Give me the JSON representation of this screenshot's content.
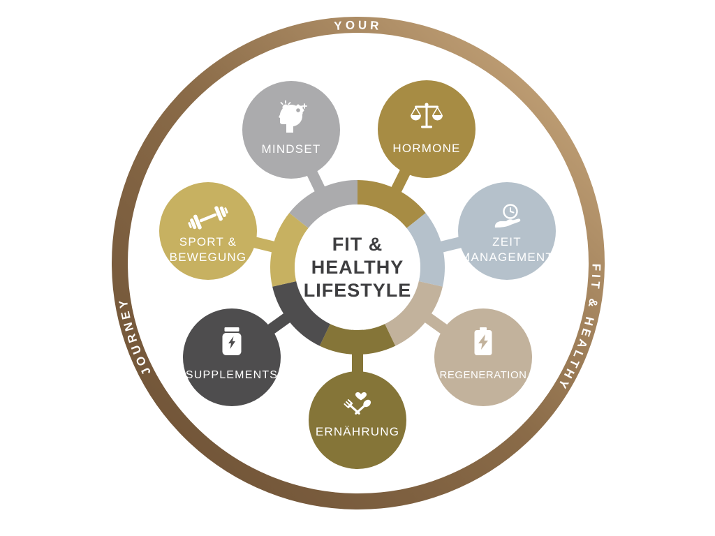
{
  "diagram": {
    "type": "hub-and-spoke-wheel",
    "topic": "fit and healthy lifestyle pillars"
  },
  "hub": {
    "title_line1": "FIT &",
    "title_line2": "HEALTHY",
    "title_line3": "LIFESTYLE",
    "text_color": "#3e3e40",
    "background": "#ffffff"
  },
  "ring": {
    "top_text": "YOUR",
    "left_text": "JOURNEY",
    "right_text": "FIT & HEALTHY",
    "text_color": "#ffffff",
    "gradient": {
      "dark": "#6a4e33",
      "mid": "#8a6b48",
      "light": "#cfae82"
    }
  },
  "nodes": [
    {
      "id": "mindset",
      "label_lines": [
        "MINDSET"
      ],
      "color": "#ababad",
      "icon": "head-gear-bulb-icon"
    },
    {
      "id": "hormone",
      "label_lines": [
        "HORMONE"
      ],
      "color": "#a78c44",
      "icon": "balance-scales-icon"
    },
    {
      "id": "zeit-management",
      "label_lines": [
        "ZEIT",
        "MANAGEMENT"
      ],
      "color": "#b5c1cb",
      "icon": "clock-over-hand-icon"
    },
    {
      "id": "regeneration",
      "label_lines": [
        "REGENERATION"
      ],
      "color": "#c2b29c",
      "icon": "battery-charging-icon"
    },
    {
      "id": "ernaehrung",
      "label_lines": [
        "ERNÄHRUNG"
      ],
      "color": "#857538",
      "icon": "heart-cutlery-icon"
    },
    {
      "id": "supplements",
      "label_lines": [
        "SUPPLEMENTS"
      ],
      "color": "#4e4d4e",
      "icon": "supplement-jar-icon"
    },
    {
      "id": "sport-bewegung",
      "label_lines": [
        "SPORT &",
        "BEWEGUNG"
      ],
      "color": "#c7b161",
      "icon": "dumbbell-icon"
    }
  ]
}
